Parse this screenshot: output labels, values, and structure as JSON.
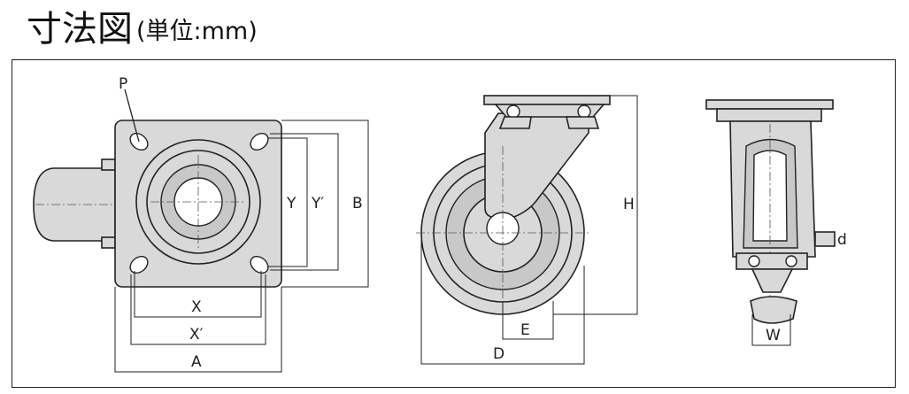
{
  "title": {
    "main": "寸法図",
    "unit": "(単位:mm)"
  },
  "labels": {
    "p": "P",
    "y": "Y",
    "y_prime": "Y′",
    "b": "B",
    "x": "X",
    "x_prime": "X′",
    "a": "A",
    "h": "H",
    "e": "E",
    "d": "D",
    "d_small": "d",
    "w": "W"
  }
}
